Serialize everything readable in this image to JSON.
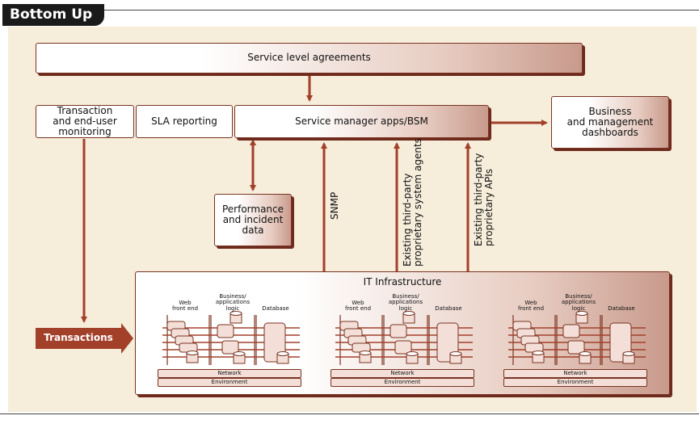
{
  "title": "Bottom Up",
  "boxes": {
    "sla_agreements": "Service level agreements",
    "transaction_monitoring": "Transaction\nand end-user\nmonitoring",
    "sla_reporting": "SLA reporting",
    "service_manager": "Service manager apps/BSM",
    "business_dashboards": "Business\nand management\ndashboards",
    "performance_data": "Performance\nand incident\ndata",
    "it_infrastructure": "IT Infrastructure",
    "transactions": "Transactions"
  },
  "arrow_labels": {
    "snmp": "SNMP",
    "agents": "Existing third-party\nproprietary system agents",
    "apis": "Existing third-party\nproprietary APIs"
  },
  "stacks": [
    {
      "web": "Web\nfront end",
      "business": "Business/\napplications\nlogic",
      "database": "Database",
      "network": "Network",
      "environment": "Environment"
    },
    {
      "web": "Web\nfront end",
      "business": "Business/\napplications\nlogic",
      "database": "Database",
      "network": "Network",
      "environment": "Environment"
    },
    {
      "web": "Web\nfront end",
      "business": "Business/\napplications\nlogic",
      "database": "Database",
      "network": "Network",
      "environment": "Environment"
    }
  ],
  "colors": {
    "accent": "#a3402a",
    "panel": "#f6eddb",
    "border": "#7a3322"
  }
}
